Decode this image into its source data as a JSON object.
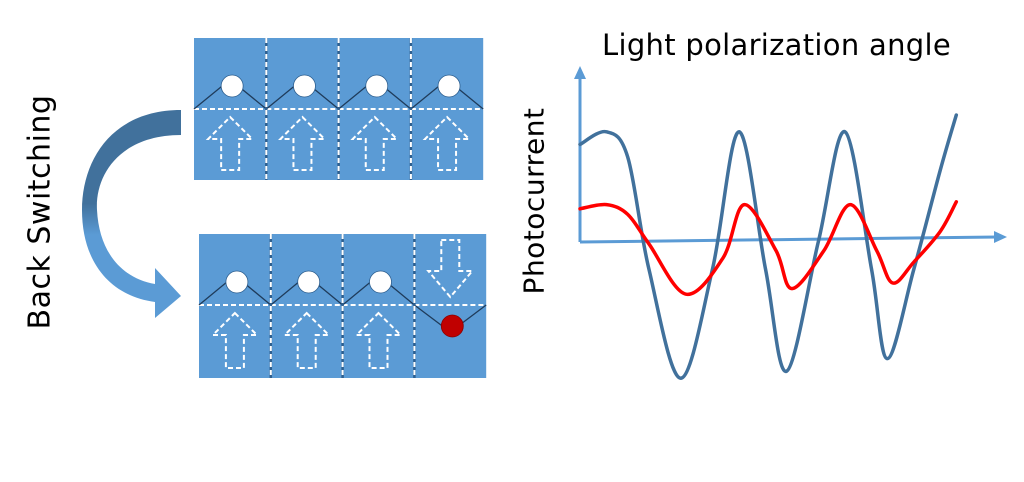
{
  "labels": {
    "back_switching": "Back Switching",
    "photocurrent": "Photocurrent",
    "light_polarization_angle": "Light polarization angle"
  },
  "colors": {
    "cell_fill": "#5b9bd5",
    "cell_dash": "#ffffff",
    "cell_divider_dark": "#2e5f8f",
    "band_line": "#1f3b5a",
    "carrier_empty": "#ffffff",
    "carrier_filled": "#c00000",
    "curved_arrow_top": "#41719c",
    "curved_arrow_bottom": "#5b9bd5",
    "axis": "#5b9bd5",
    "curve_blue": "#41719c",
    "curve_red": "#ff0000"
  },
  "top_array": {
    "cells": [
      {
        "polarization": "up",
        "carrier": "empty"
      },
      {
        "polarization": "up",
        "carrier": "empty"
      },
      {
        "polarization": "up",
        "carrier": "empty"
      },
      {
        "polarization": "up",
        "carrier": "empty"
      }
    ]
  },
  "bottom_array": {
    "cells": [
      {
        "polarization": "up",
        "carrier": "empty"
      },
      {
        "polarization": "up",
        "carrier": "empty"
      },
      {
        "polarization": "up",
        "carrier": "empty"
      },
      {
        "polarization": "down",
        "carrier": "filled"
      }
    ]
  },
  "transition_arrow": {
    "direction": "top-to-bottom",
    "label_ref": "back_switching"
  },
  "chart_data": {
    "type": "line",
    "title": "Light polarization angle",
    "xlabel": "Light polarization angle",
    "ylabel": "Photocurrent",
    "axis_ticks": false,
    "grid": false,
    "xlim": [
      0,
      1
    ],
    "ylim": [
      -1,
      1
    ],
    "series": [
      {
        "name": "blue-curve",
        "color": "#41719c",
        "points": [
          [
            0.0,
            0.69
          ],
          [
            0.05,
            0.78
          ],
          [
            0.09,
            0.6
          ],
          [
            0.13,
            -0.2
          ],
          [
            0.19,
            -0.98
          ],
          [
            0.25,
            -0.2
          ],
          [
            0.3,
            0.78
          ],
          [
            0.35,
            -0.2
          ],
          [
            0.39,
            -0.93
          ],
          [
            0.45,
            0.0
          ],
          [
            0.5,
            0.78
          ],
          [
            0.55,
            -0.2
          ],
          [
            0.58,
            -0.84
          ],
          [
            0.63,
            -0.2
          ],
          [
            0.68,
            0.51
          ],
          [
            0.71,
            0.9
          ]
        ]
      },
      {
        "name": "red-curve",
        "color": "#ff0000",
        "points": [
          [
            0.0,
            0.23
          ],
          [
            0.05,
            0.26
          ],
          [
            0.09,
            0.19
          ],
          [
            0.13,
            -0.02
          ],
          [
            0.2,
            -0.38
          ],
          [
            0.27,
            -0.12
          ],
          [
            0.31,
            0.26
          ],
          [
            0.37,
            -0.07
          ],
          [
            0.4,
            -0.34
          ],
          [
            0.46,
            -0.07
          ],
          [
            0.51,
            0.26
          ],
          [
            0.56,
            -0.07
          ],
          [
            0.59,
            -0.3
          ],
          [
            0.63,
            -0.15
          ],
          [
            0.68,
            0.07
          ],
          [
            0.71,
            0.28
          ]
        ]
      }
    ]
  }
}
